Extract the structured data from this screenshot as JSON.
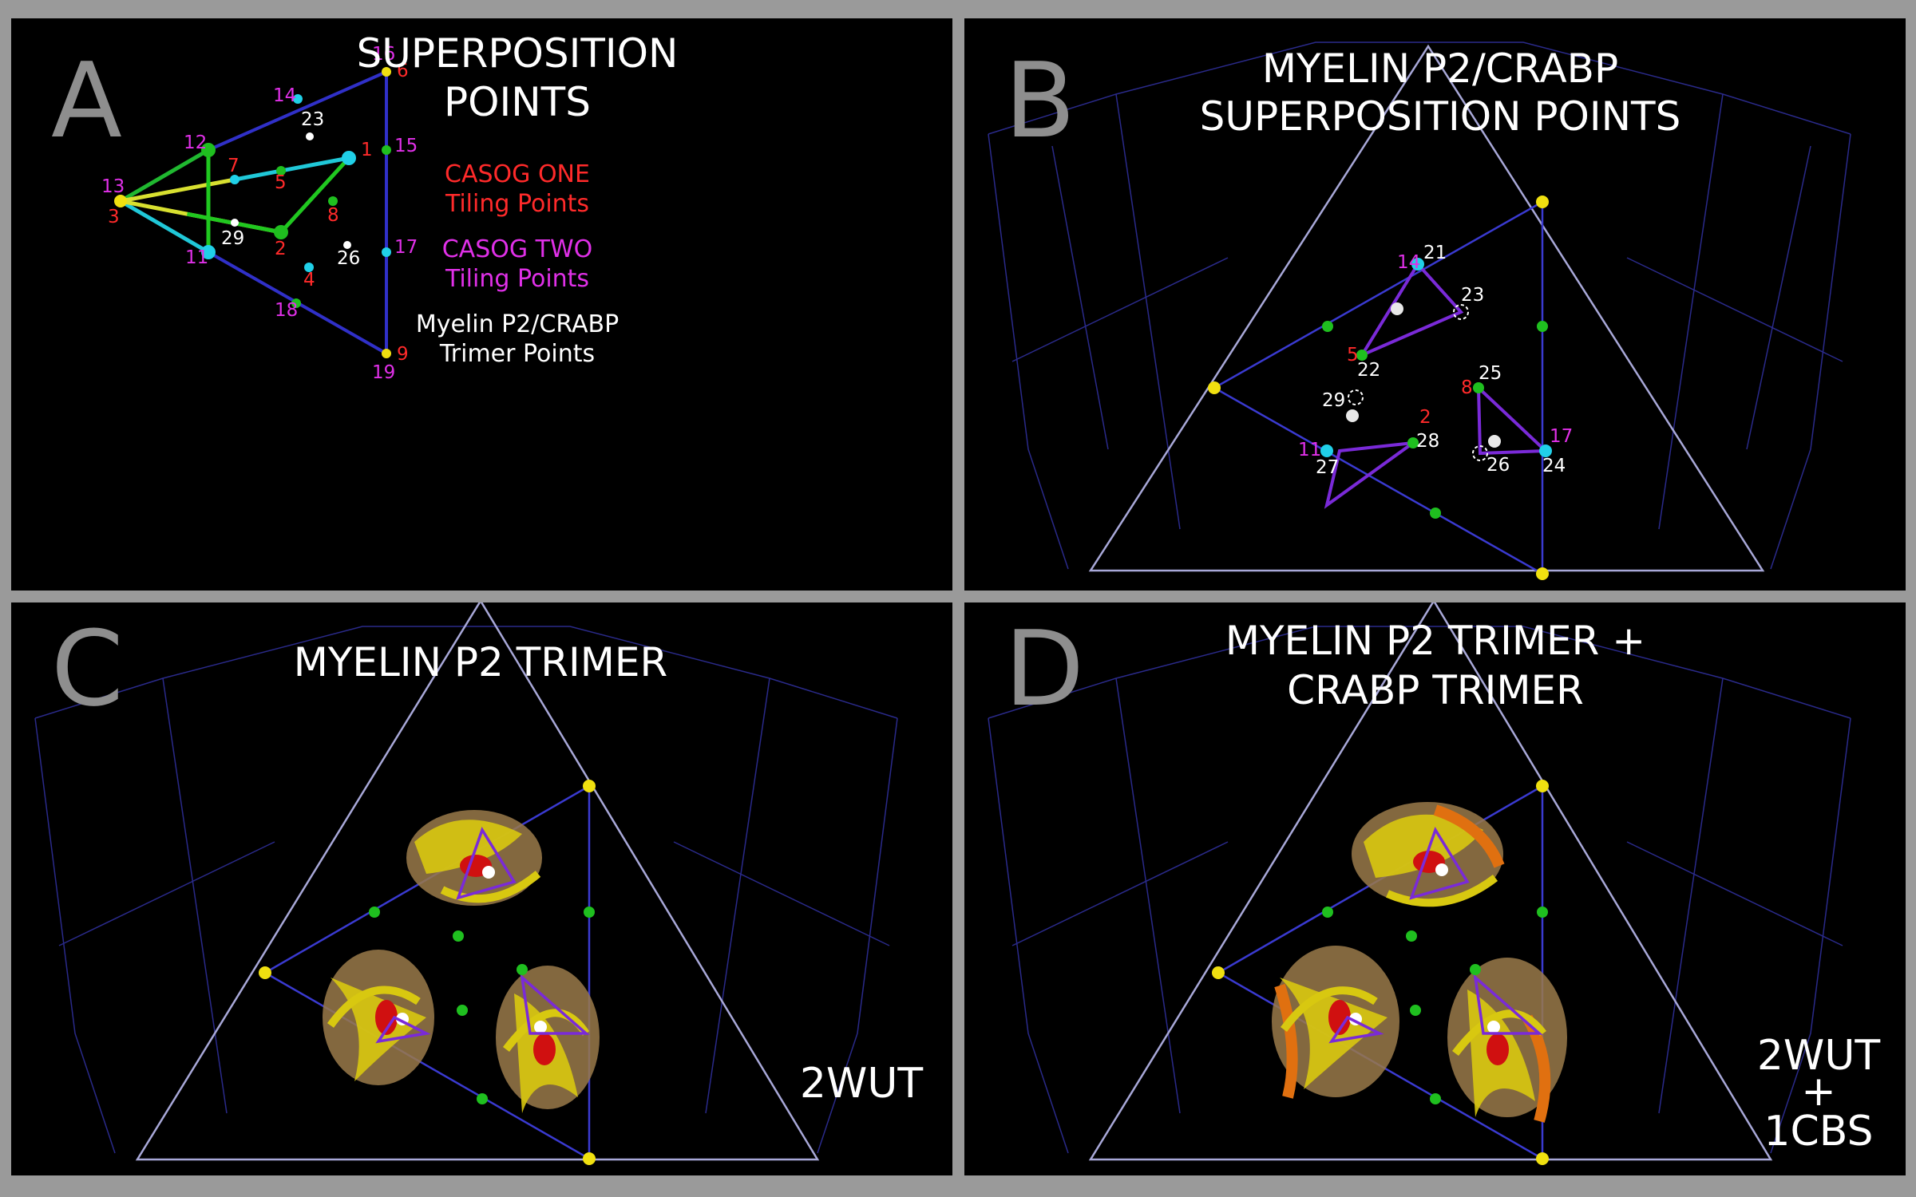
{
  "panels": {
    "a": {
      "letter": "A",
      "title_l1": "SUPERPOSITION",
      "title_l2": "POINTS",
      "legend": {
        "one_l1": "CASOG ONE",
        "one_l2": "Tiling Points",
        "two_l1": "CASOG TWO",
        "two_l2": "Tiling Points",
        "tri_l1": "Myelin P2/CRABP",
        "tri_l2": "Trimer Points"
      },
      "labels": {
        "n16": "16",
        "n6": "6",
        "n14": "14",
        "n23": "23",
        "n12": "12",
        "n1": "1",
        "n15": "15",
        "n7": "7",
        "n5": "5",
        "n13": "13",
        "n3": "3",
        "n8": "8",
        "n29": "29",
        "n2": "2",
        "n17": "17",
        "n26": "26",
        "n11": "11",
        "n4": "4",
        "n18": "18",
        "n9": "9",
        "n19": "19"
      }
    },
    "b": {
      "letter": "B",
      "title_l1": "MYELIN P2/CRABP",
      "title_l2": "SUPERPOSITION POINTS",
      "labels": {
        "n14": "14",
        "n21": "21",
        "n23": "23",
        "n5": "5",
        "n22": "22",
        "n25": "25",
        "n8": "8",
        "n29": "29",
        "n2": "2",
        "n28": "28",
        "n17": "17",
        "n11": "11",
        "n27": "27",
        "n26": "26",
        "n24": "24"
      }
    },
    "c": {
      "letter": "C",
      "title": "MYELIN P2 TRIMER",
      "pdb": "2WUT"
    },
    "d": {
      "letter": "D",
      "title_l1": "MYELIN P2 TRIMER +",
      "title_l2": "CRABP TRIMER",
      "pdb_l1": "2WUT",
      "pdb_l2": "+",
      "pdb_l3": "1CBS"
    }
  },
  "colors": {
    "background": "#000000",
    "frame": "#9a9a9a",
    "edge_blue": "#3030c8",
    "edge_purple": "#7a2ad8",
    "casog_one": "#ff2a2a",
    "casog_two": "#e030e8",
    "yellow_point": "#f0e010",
    "green_point": "#1fbf1f",
    "cyan_point": "#20d0e8",
    "white_point": "#ffffff"
  }
}
